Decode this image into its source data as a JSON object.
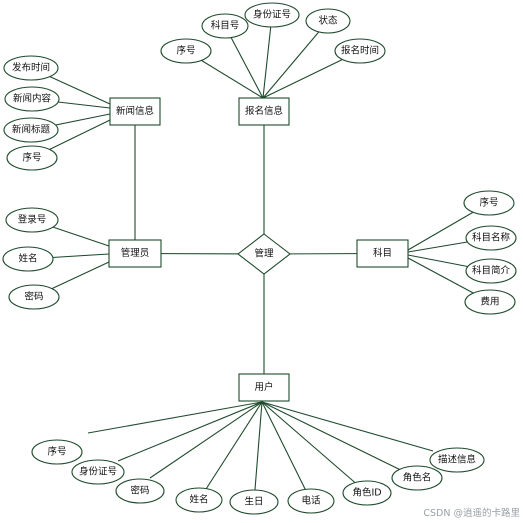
{
  "diagram": {
    "relationship": {
      "id": "rel-manage",
      "label": "管理"
    },
    "entities": [
      {
        "id": "news",
        "label": "新闻信息",
        "attributes": [
          "发布时间",
          "新闻内容",
          "新闻标题",
          "序号"
        ]
      },
      {
        "id": "registration",
        "label": "报名信息",
        "attributes": [
          "序号",
          "科目号",
          "身份证号",
          "状态",
          "报名时间"
        ]
      },
      {
        "id": "admin",
        "label": "管理员",
        "attributes": [
          "登录号",
          "姓名",
          "密码"
        ]
      },
      {
        "id": "subject",
        "label": "科目",
        "attributes": [
          "序号",
          "科目名称",
          "科目简介",
          "费用"
        ]
      },
      {
        "id": "user",
        "label": "用户",
        "attributes": [
          "序号",
          "身份证号",
          "密码",
          "姓名",
          "生日",
          "电话",
          "角色ID",
          "角色名",
          "描述信息"
        ]
      }
    ],
    "connections": [
      [
        "news",
        "admin"
      ],
      [
        "registration",
        "rel-manage"
      ],
      [
        "admin",
        "rel-manage"
      ],
      [
        "rel-manage",
        "subject"
      ],
      [
        "rel-manage",
        "user"
      ]
    ],
    "colors": {
      "line": "#1f4a2c",
      "text": "#111111",
      "background": "#ffffff"
    }
  },
  "watermark": "CSDN @逍遥的卡路里"
}
